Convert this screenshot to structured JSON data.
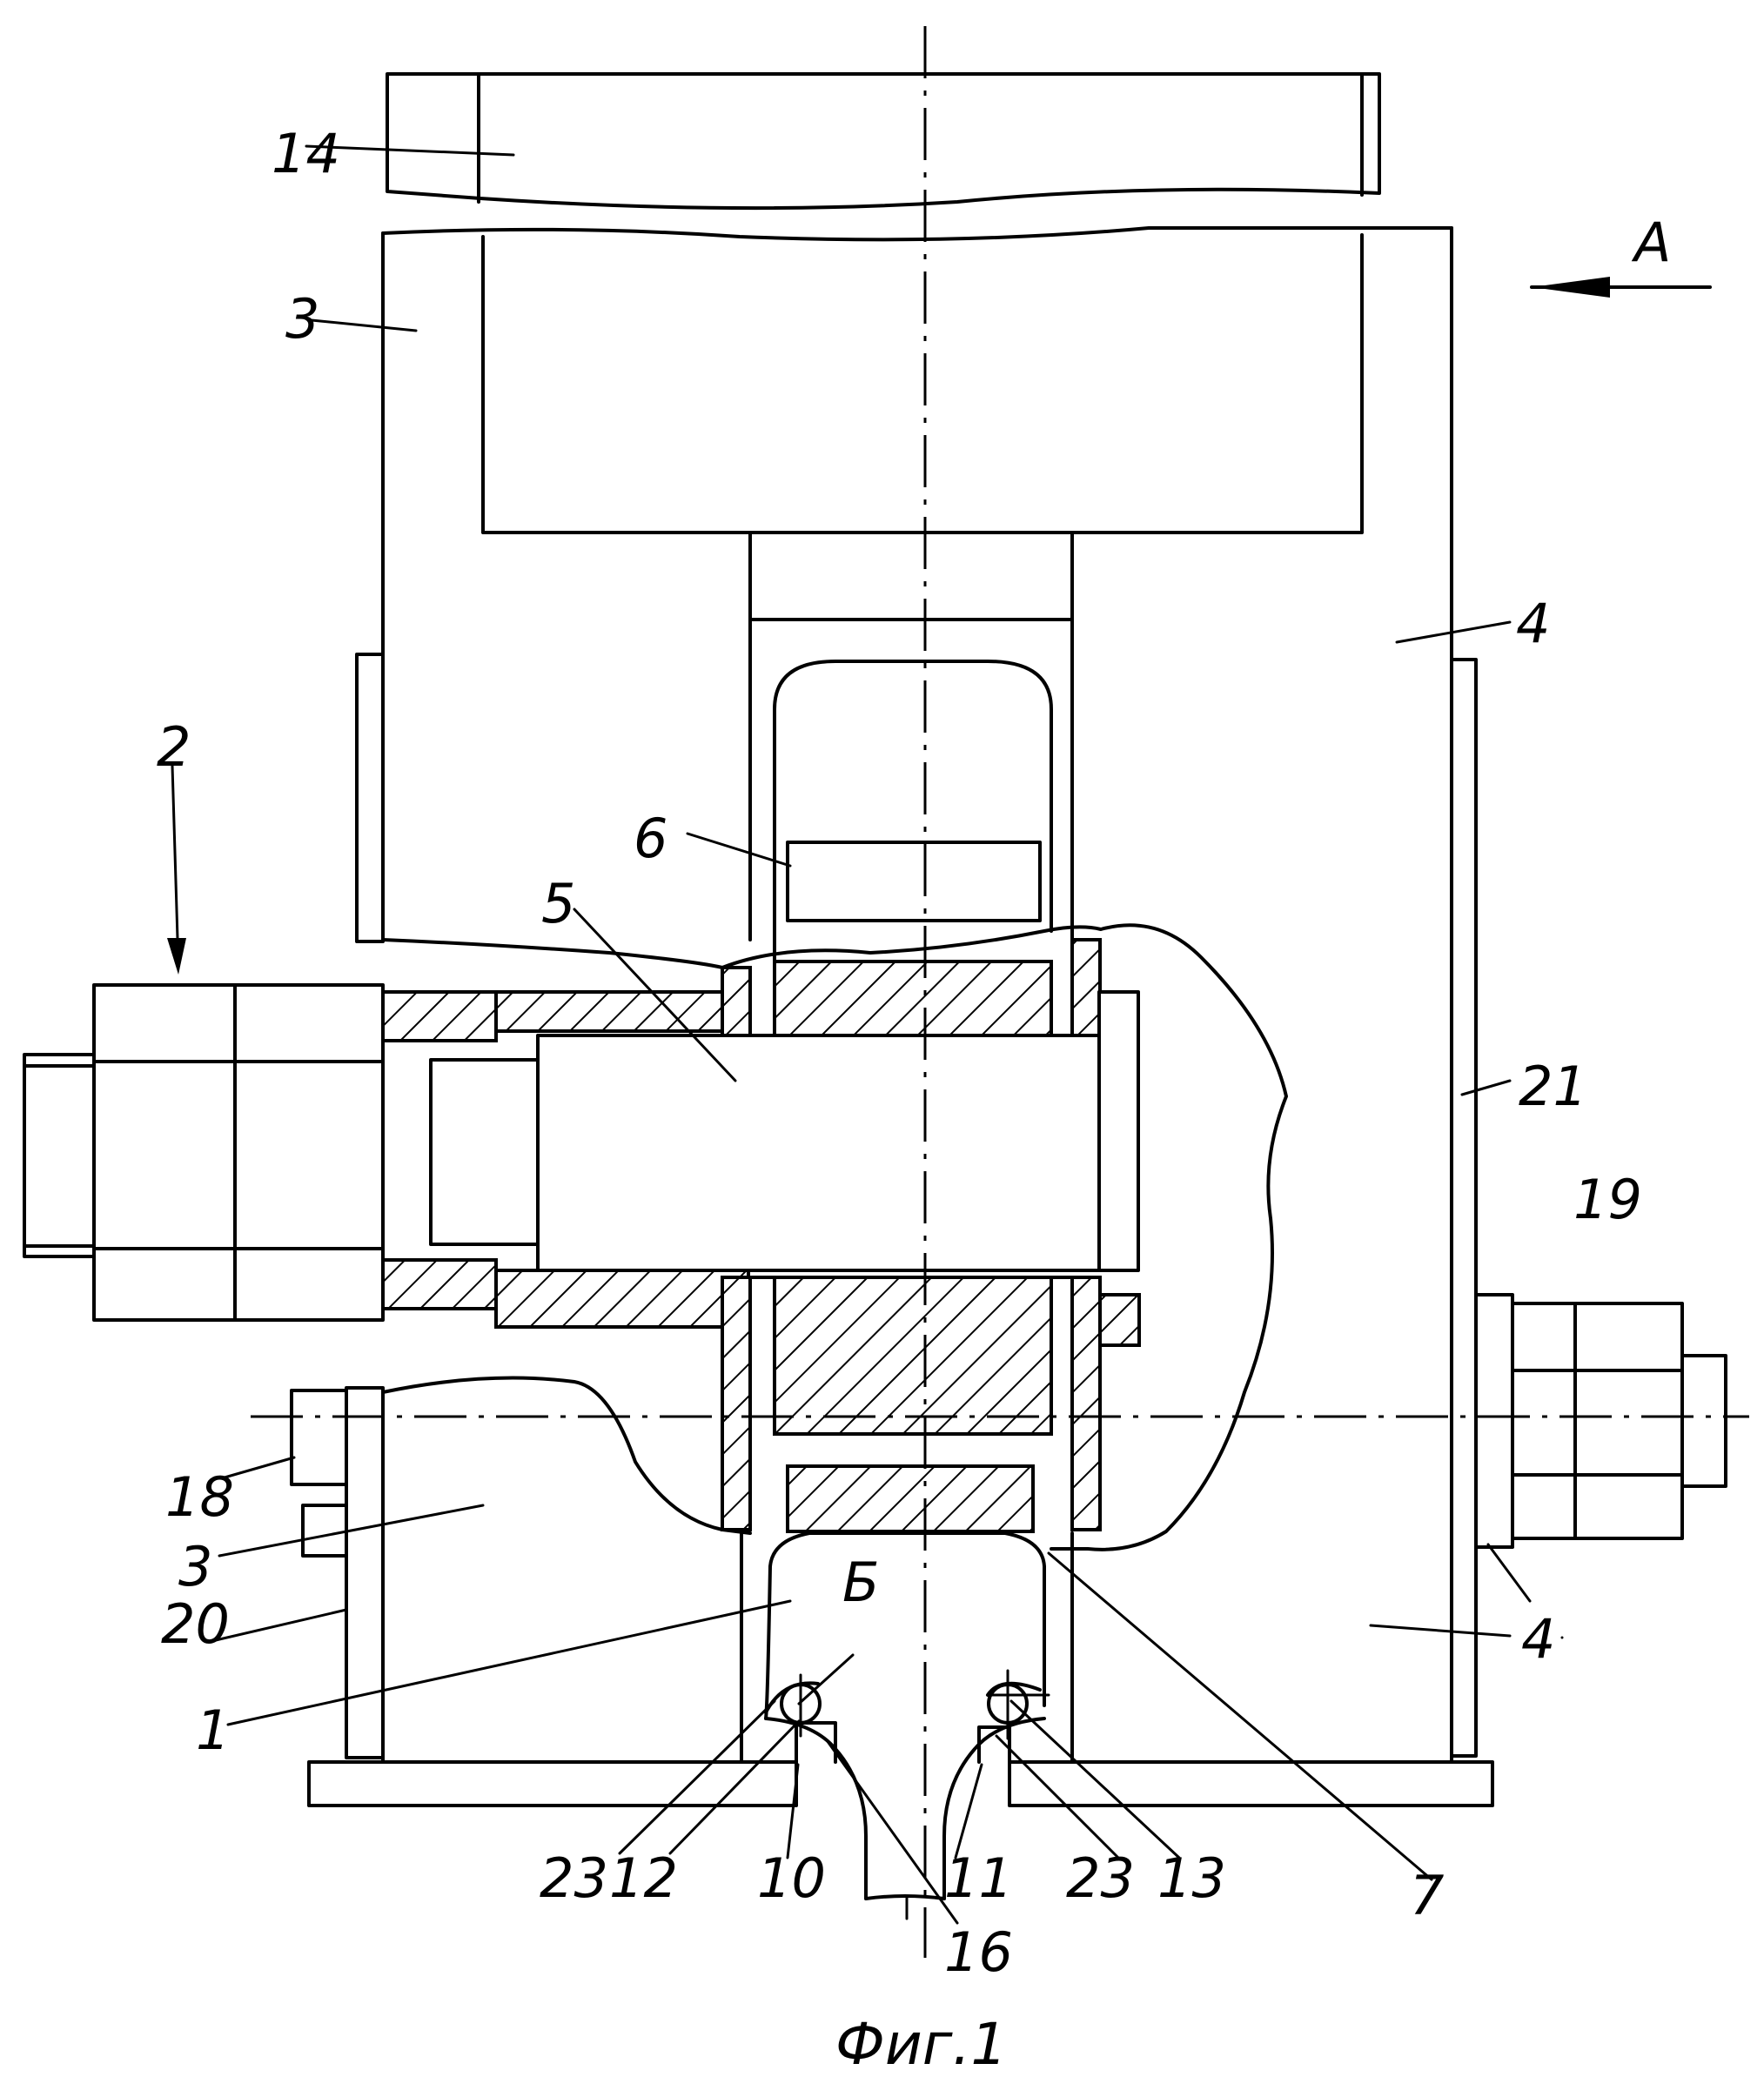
{
  "figure": {
    "caption": "Фиг.1",
    "view_arrow_label": "А",
    "detail_label": "Б"
  },
  "labels": {
    "n1": "1",
    "n2": "2",
    "n3_top": "3",
    "n3_bottom": "3",
    "n4_top": "4",
    "n4_bottom": "4",
    "n5": "5",
    "n6": "6",
    "n7": "7",
    "n10": "10",
    "n11": "11",
    "n12": "12",
    "n13": "13",
    "n14": "14",
    "n16": "16",
    "n18": "18",
    "n19": "19",
    "n20": "20",
    "n21": "21",
    "n23_left": "23",
    "n23_right": "23"
  }
}
